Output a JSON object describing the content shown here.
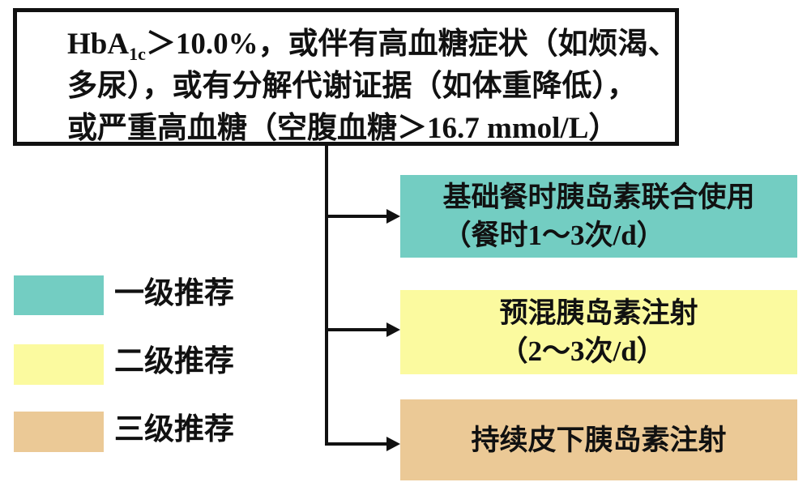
{
  "colors": {
    "level1": "#73CDC2",
    "level2": "#FBFA9F",
    "level3": "#EBC996",
    "line": "#111111"
  },
  "condition_box": {
    "line1_prefix": "HbA",
    "line1_subscript": "1c",
    "line1_rest": "＞10.0%，或伴有高血糖症状（如烦渴、",
    "line2": "多尿），或有分解代谢证据（如体重降低），",
    "line3": "或严重高血糖（空腹血糖＞16.7 mmol/L）"
  },
  "options": [
    {
      "line1": "基础餐时胰岛素联合使用",
      "line2": "（餐时1～3次/d）",
      "level": "一级推荐"
    },
    {
      "line1": "预混胰岛素注射",
      "line2": "（2～3次/d）",
      "level": "二级推荐"
    },
    {
      "line1": "持续皮下胰岛素注射",
      "line2": "",
      "level": "三级推荐"
    }
  ],
  "legend": [
    {
      "label": "一级推荐"
    },
    {
      "label": "二级推荐"
    },
    {
      "label": "三级推荐"
    }
  ]
}
